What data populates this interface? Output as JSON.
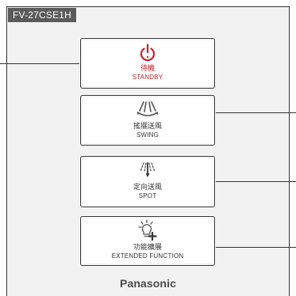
{
  "panel": {
    "model": "FV-27CSE1H"
  },
  "buttons": [
    {
      "jp": "待機",
      "en": "STANDBY",
      "icon": "power-icon",
      "color": "#c8202a"
    },
    {
      "jp": "搖擺送風",
      "en": "SWING",
      "icon": "swing-airflow-icon"
    },
    {
      "jp": "定向送風",
      "en": "SPOT",
      "icon": "spot-airflow-icon"
    },
    {
      "jp": "功能擴展",
      "en": "EXTENDED FUNCTION",
      "icon": "extended-function-icon"
    }
  ],
  "brand": {
    "logo": "Panasonic"
  }
}
